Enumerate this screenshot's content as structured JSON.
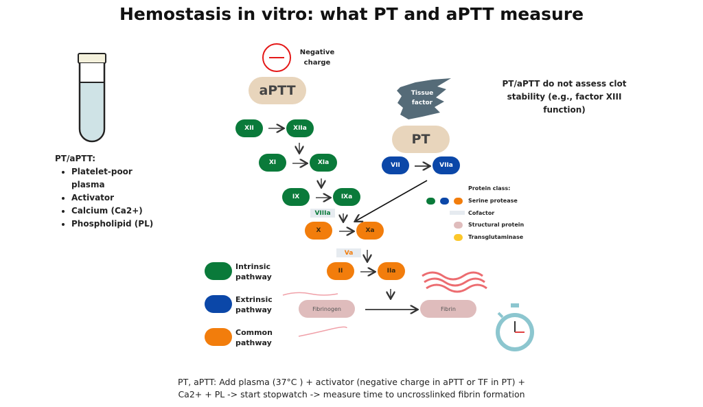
{
  "title": "Hemostasis in vitro: what PT and aPTT measure",
  "reagents": {
    "heading": "PT/aPTT:",
    "items": [
      "Platelet-poor plasma",
      "Activator",
      "Calcium (Ca2+)",
      "Phospholipid (PL)"
    ]
  },
  "negative_charge": "Negative charge",
  "aptt": "aPTT",
  "pt": "PT",
  "tissue_factor": "Tissue factor",
  "factors": {
    "XII": "XII",
    "XIIa": "XIIa",
    "XI": "XI",
    "XIa": "XIa",
    "IX": "IX",
    "IXa": "IXa",
    "VIIIa": "VIIIa",
    "X": "X",
    "Xa": "Xa",
    "Va": "Va",
    "II": "II",
    "IIa": "IIa",
    "VII": "VII",
    "VIIa": "VIIa",
    "fibrinogen": "Fibrinogen",
    "fibrin": "Fibrin"
  },
  "note": "PT/aPTT do not assess clot stability (e.g., factor XIII function)",
  "pathway_legend": [
    "Intrinsic pathway",
    "Extrinsic pathway",
    "Common pathway"
  ],
  "protein_legend": {
    "heading": "Protein class:",
    "items": [
      "Serine protease",
      "Cofactor",
      "Structural protein",
      "Transglutaminase"
    ]
  },
  "footer": {
    "line1": "PT, aPTT: Add plasma (37°C ) + activator (negative charge in aPTT or TF in PT) +",
    "line2": "Ca2+ + PL -> start stopwatch -> measure time to uncrosslinked fibrin formation"
  },
  "colors": {
    "intrinsic": "#0a7a3a",
    "extrinsic": "#0b47a8",
    "common": "#f27d0c",
    "structural": "#dfbcbc",
    "cofactor": "#e6ebf0",
    "transglutaminase": "#fcc72a"
  }
}
